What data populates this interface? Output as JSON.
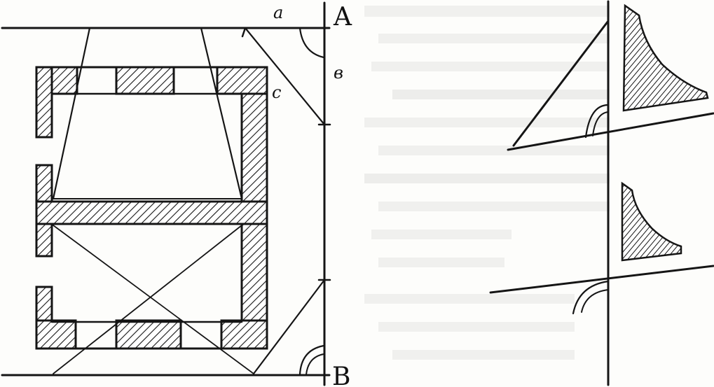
{
  "labels": {
    "point_a": "a",
    "point_b": "в",
    "point_c": "c",
    "mark_A": "A",
    "mark_B": "B"
  },
  "colors": {
    "ink": "#151515",
    "paper": "#fdfdfb"
  }
}
